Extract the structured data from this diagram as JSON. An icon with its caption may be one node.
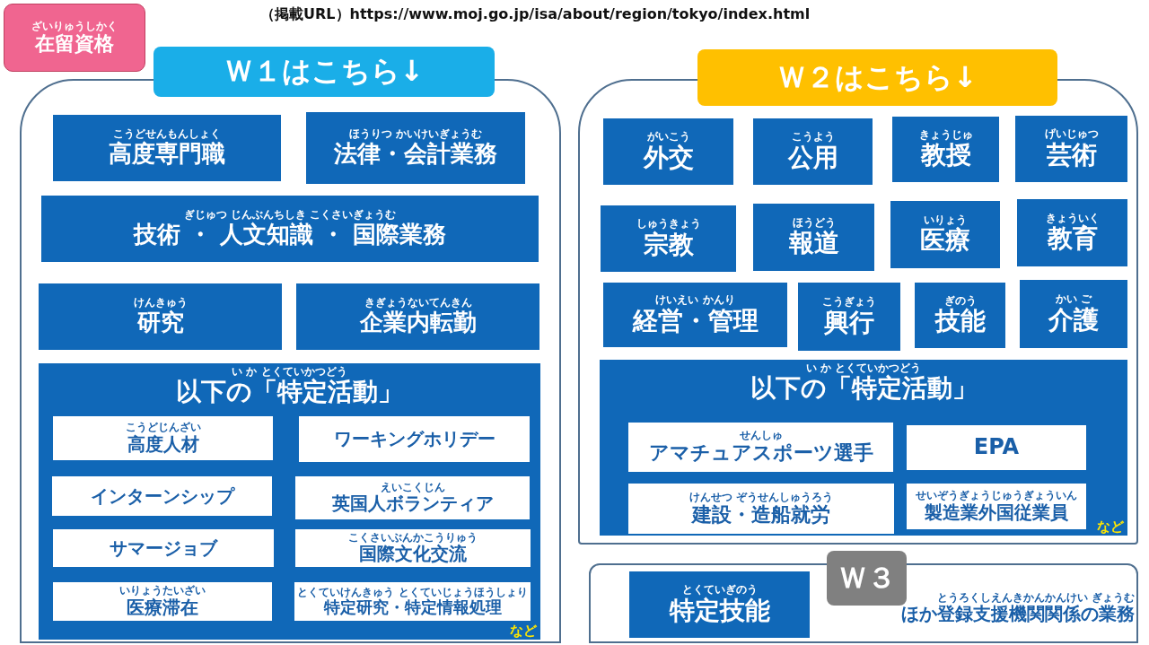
{
  "diagram": {
    "title": "（掲載URL）https://www.moj.go.jp/isa/about/region/tokyo/index.html",
    "nodes": [
      {
        "text": [
          "ざいりゅうしかく",
          "在留資格"
        ]
      },
      {
        "text": [
          "Ｗ１はこちら↓"
        ]
      },
      {
        "text": [
          "こうどせんもんしょく",
          "高度専門職"
        ],
        "in": 1
      },
      {
        "text": [
          "ほうりつ かいけいぎょうむ",
          "法律・会計業務"
        ],
        "in": 1
      },
      {
        "text": [
          "ぎじゅつ じんぶんちしき こくさいぎょうむ",
          "技術 ・ 人文知識 ・ 国際業務"
        ],
        "in": 1
      },
      {
        "text": [
          "けんきゅう",
          "研究"
        ],
        "in": 1
      },
      {
        "text": [
          "きぎょうないてんきん",
          "企業内転勤"
        ],
        "in": 1
      },
      {
        "text": [
          "い か とくていかつどう",
          "以下の「特定活動」",
          "など"
        ],
        "in": 1
      },
      {
        "text": [
          "こうどじんざい",
          "高度人材"
        ],
        "in": 7
      },
      {
        "text": [
          "ワーキングホリデー"
        ],
        "in": 7
      },
      {
        "text": [
          "インターンシップ"
        ],
        "in": 7
      },
      {
        "text": [
          "えいこくじん",
          "英国人ボランティア"
        ],
        "in": 7
      },
      {
        "text": [
          "サマージョブ"
        ],
        "in": 7
      },
      {
        "text": [
          "こくさいぶんかこうりゅう",
          "国際文化交流"
        ],
        "in": 7
      },
      {
        "text": [
          "いりょうたいざい",
          "医療滞在"
        ],
        "in": 7
      },
      {
        "text": [
          "とくていけんきゅう とくていじょうほうしょり",
          "特定研究・特定情報処理"
        ],
        "in": 7
      },
      {
        "text": [
          "Ｗ２はこちら↓"
        ]
      },
      {
        "text": [
          "がいこう",
          "外交"
        ],
        "in": 16
      },
      {
        "text": [
          "こうよう",
          "公用"
        ],
        "in": 16
      },
      {
        "text": [
          "きょうじゅ",
          "教授"
        ],
        "in": 16
      },
      {
        "text": [
          "げいじゅつ",
          "芸術"
        ],
        "in": 16
      },
      {
        "text": [
          "しゅうきょう",
          "宗教"
        ],
        "in": 16
      },
      {
        "text": [
          "ほうどう",
          "報道"
        ],
        "in": 16
      },
      {
        "text": [
          "いりょう",
          "医療"
        ],
        "in": 16
      },
      {
        "text": [
          "きょういく",
          "教育"
        ],
        "in": 16
      },
      {
        "text": [
          "けいえい かんり",
          "経営・管理"
        ],
        "in": 16
      },
      {
        "text": [
          "こうぎょう",
          "興行"
        ],
        "in": 16
      },
      {
        "text": [
          "ぎのう",
          "技能"
        ],
        "in": 16
      },
      {
        "text": [
          "かい ご",
          "介護"
        ],
        "in": 16
      },
      {
        "text": [
          "い か とくていかつどう",
          "以下の「特定活動」",
          "など"
        ],
        "in": 16
      },
      {
        "text": [
          "せんしゅ",
          "アマチュアスポーツ選手"
        ],
        "in": 29
      },
      {
        "text": [
          "EPA"
        ],
        "in": 29
      },
      {
        "text": [
          "けんせつ ぞうせんしゅうろう",
          "建設・造船就労"
        ],
        "in": 29
      },
      {
        "text": [
          "せいぞうぎょうじゅうぎょういん",
          "製造業外国従業員"
        ],
        "in": 29
      },
      {
        "text": [
          "Ｗ３",
          "とうろくしえんきかんかんけい ぎょうむ",
          "ほか登録支援機関関係の業務"
        ]
      },
      {
        "text": [
          "とくていぎのう",
          "特定技能"
        ],
        "in": 34
      }
    ]
  }
}
